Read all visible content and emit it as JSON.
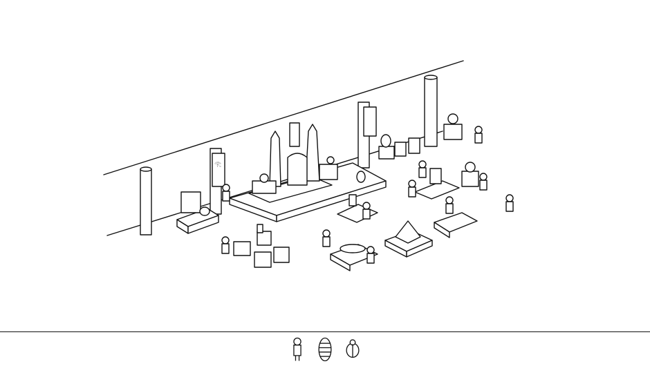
{
  "scene": {
    "name": "egyptian-museum-hall",
    "ink_color": "#111111",
    "paper_color": "#ffffff"
  },
  "hud": {
    "targets": [
      {
        "id": "hidden-person-target",
        "icon": "person-icon"
      },
      {
        "id": "hidden-mummy-target",
        "icon": "mummy-icon"
      },
      {
        "id": "hidden-scarab-target",
        "icon": "scarab-icon"
      }
    ]
  }
}
